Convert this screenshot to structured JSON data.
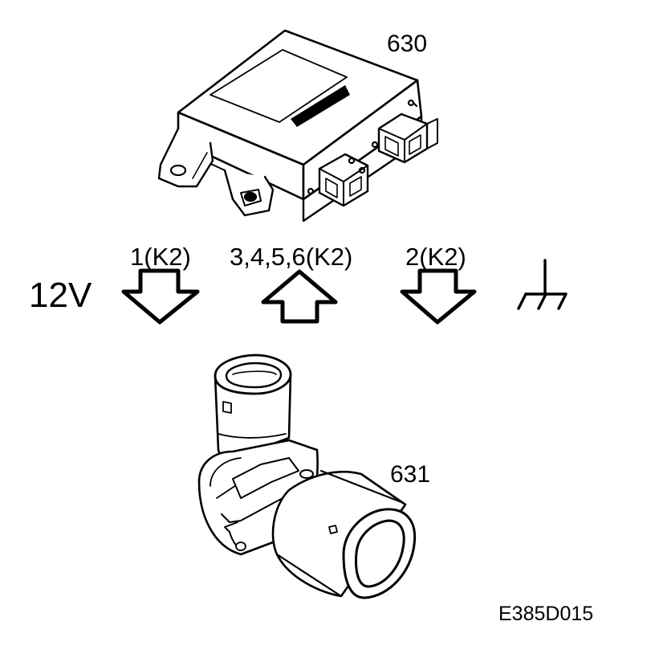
{
  "parts": {
    "control_module": {
      "number": "630"
    },
    "sensor": {
      "number": "631"
    }
  },
  "signals": {
    "supply_voltage": "12V",
    "pin_1": {
      "label": "1(K2)",
      "direction": "down"
    },
    "pins_3456": {
      "label": "3,4,5,6(K2)",
      "direction": "up"
    },
    "pin_2": {
      "label": "2(K2)",
      "direction": "down"
    },
    "ground": {
      "icon": "ground-icon"
    }
  },
  "figure_code": "E385D015",
  "colors": {
    "ink": "#000000",
    "paper": "#ffffff"
  }
}
